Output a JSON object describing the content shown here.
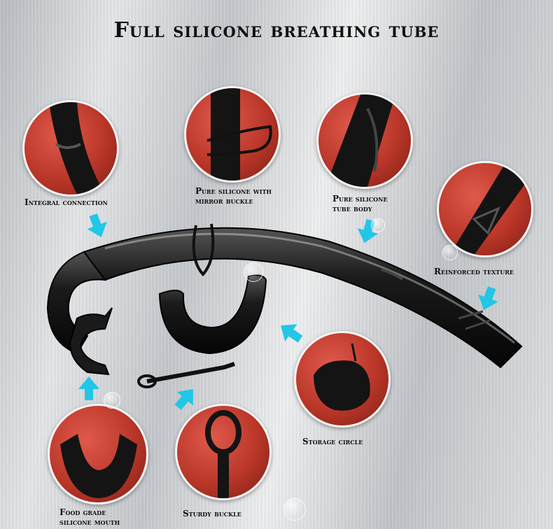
{
  "title": "Full silicone breathing tube",
  "labels": {
    "integral_connection": "Integral connection",
    "mirror_buckle_line1": "Pure silicone with",
    "mirror_buckle_line2": "mirror buckle",
    "tube_body_line1": "Pure silicone",
    "tube_body_line2": "tube body",
    "reinforced_texture": "Reinforced texture",
    "storage_circle": "Storage circle",
    "food_grade_line1": "Food grade",
    "food_grade_line2": "silicone mouth",
    "sturdy_buckle": "Sturdy buckle"
  },
  "colors": {
    "circle_red": "#b93628",
    "arrow_cyan": "#22c6e6",
    "tube_black": "#151515"
  },
  "icons": {
    "arrow": "cyan-down-arrow"
  }
}
